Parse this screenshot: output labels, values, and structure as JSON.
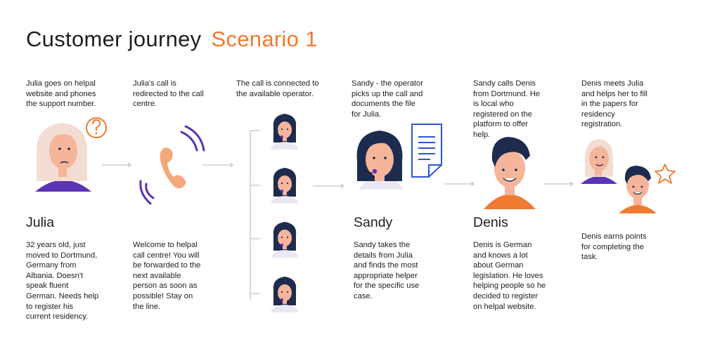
{
  "title": {
    "main": "Customer journey",
    "scenario": "Scenario 1"
  },
  "colors": {
    "accent": "#f07a2e",
    "purple": "#5b33b5",
    "navy": "#1d2b4f",
    "arrow": "#c4c4c4",
    "skin": "#f5b59a",
    "hair_blonde": "#f3ddd3"
  },
  "steps": [
    {
      "caption": "Julia goes on helpal\nwebsite and phones\nthe support number.",
      "name": "Julia",
      "description": "32 years old, just\nmoved to Dortmund,\nGermany from\nAlbania. Doesn't\nspeak fluent\nGerman. Needs help\nto register his\ncurrent residency.",
      "icon": "question-mark-icon"
    },
    {
      "caption": "Julia's call is\nredirected to the call\ncentre.",
      "name": "",
      "description": "Welcome to helpal\ncall centre! You will\nbe forwarded to the\nnext available\nperson as soon as\npossible! Stay on\nthe line.",
      "icon": "phone-ringing-icon"
    },
    {
      "caption": "The call is connected to\nthe available operator.",
      "name": "",
      "description": "",
      "icon": "operator-headset-icon"
    },
    {
      "caption": "Sandy - the operator\npicks up the call and\ndocuments the file\nfor Julia.",
      "name": "Sandy",
      "description": "Sandy takes the\ndetails from Julia\nand finds the most\nappropriate helper\nfor the specific use\ncase.",
      "icon": "document-icon"
    },
    {
      "caption": "Sandy calls Denis\nfrom Dortmund. He\nis local who\nregistered on the\nplatform to offer\nhelp.",
      "name": "Denis",
      "description": "Denis is German\nand knows a lot\nabout German\nlegislation. He loves\nhelping people so he\ndecided to register\non helpal website.",
      "icon": "helper-avatar-icon"
    },
    {
      "caption": "Denis meets Julia\nand helps her to fill\nin the papers for\nresidency\nregistration.",
      "name": "",
      "description": "Denis earns points\nfor completing the\ntask.",
      "icon": "star-icon"
    }
  ]
}
